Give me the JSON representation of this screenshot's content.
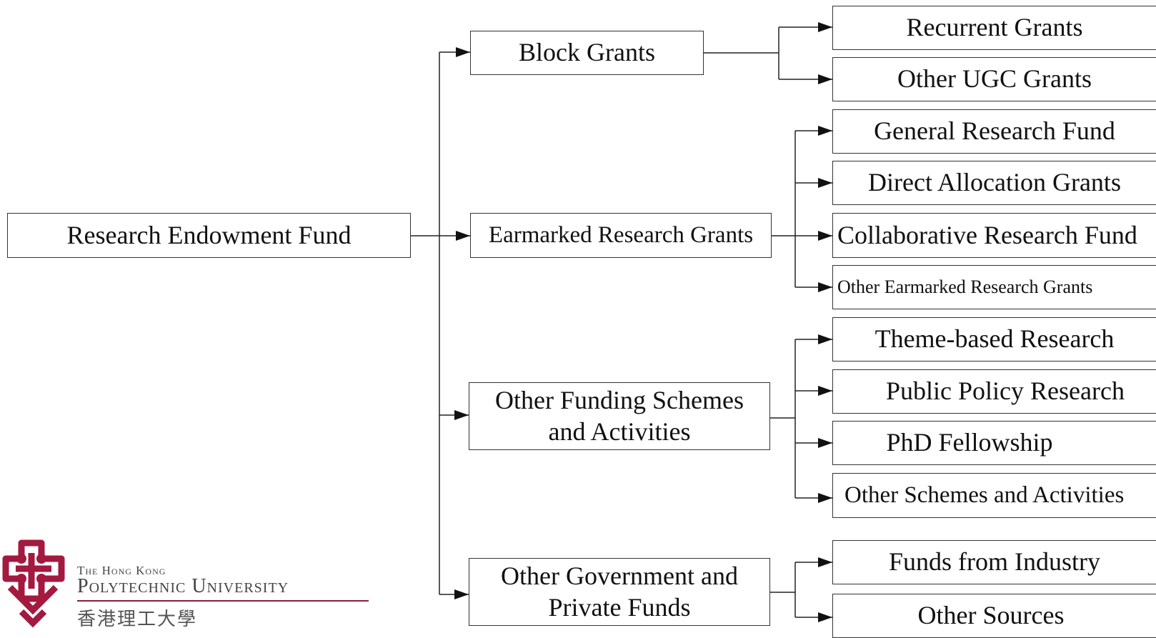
{
  "root": {
    "label": "Research Endowment Fund"
  },
  "branches": [
    {
      "id": "block",
      "label": "Block Grants",
      "children": [
        "Recurrent Grants",
        "Other UGC Grants"
      ]
    },
    {
      "id": "earmarked",
      "label": "Earmarked Research Grants",
      "children": [
        "General Research Fund",
        "Direct Allocation Grants",
        "Collaborative Research Fund",
        "Other Earmarked Research Grants"
      ]
    },
    {
      "id": "other-schemes",
      "label": "Other Funding Schemes and Activities",
      "children": [
        "Theme-based Research",
        "Public Policy Research",
        "PhD Fellowship",
        "Other Schemes and Activities"
      ]
    },
    {
      "id": "other-funds",
      "label": "Other Government and Private Funds",
      "children": [
        "Funds from Industry",
        "Other Sources"
      ]
    }
  ],
  "logo": {
    "line1": "The Hong Kong",
    "line2": "Polytechnic University",
    "line3": "香港理工大學",
    "color": "#a3193f"
  },
  "colors": {
    "line": "#222222",
    "border": "#333333"
  }
}
